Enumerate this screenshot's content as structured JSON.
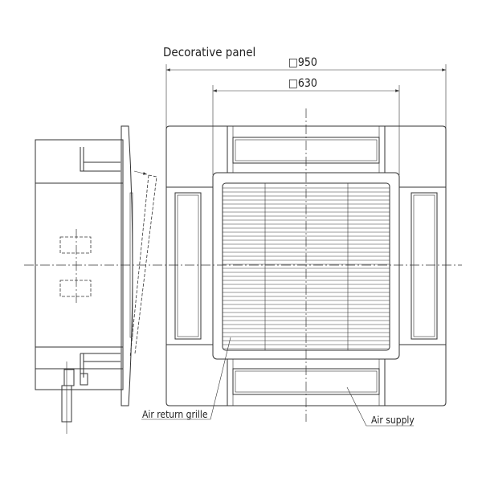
{
  "labels": {
    "decorative_panel": "Decorative panel",
    "outer_dimension": "□950",
    "inner_dimension": "□630",
    "air_return_grille": "Air return grille",
    "air_supply": "Air supply"
  },
  "colors": {
    "line": "#333333",
    "background": "#ffffff"
  }
}
